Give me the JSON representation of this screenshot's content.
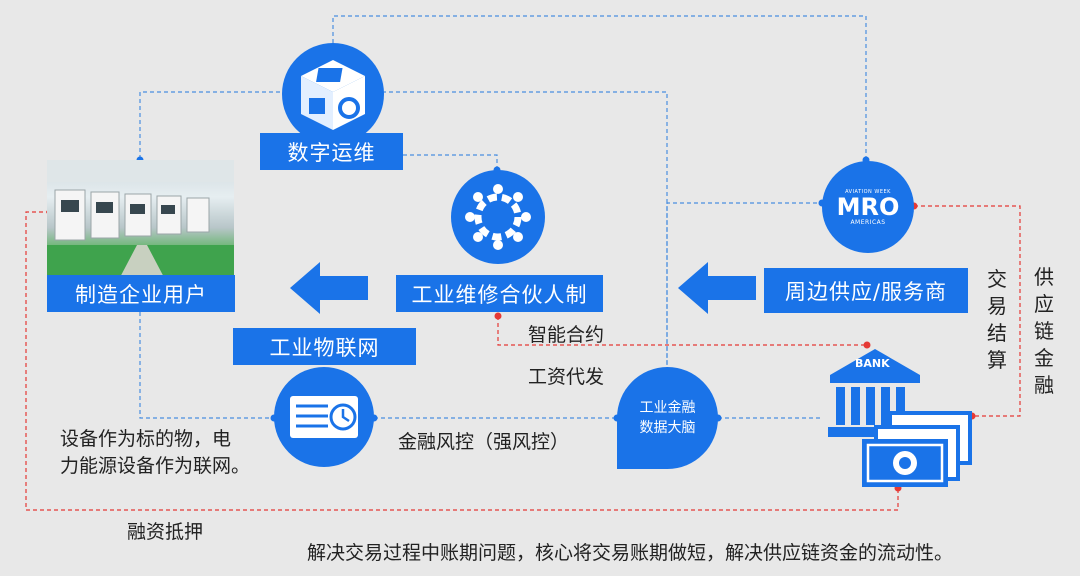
{
  "nodes": {
    "digital_ops": "数字运维",
    "manufacturing_user": "制造企业用户",
    "maintenance_partner": "工业维修合伙人制",
    "iiot": "工业物联网",
    "suppliers": "周边供应/服务商",
    "brain_line1": "工业金融",
    "brain_line2": "数据大脑",
    "mro_logo": "MRO",
    "mro_top": "AVIATION WEEK",
    "mro_bottom": "AMERICAS",
    "bank_label": "BANK"
  },
  "labels": {
    "smart_contract": "智能合约",
    "wage_payment": "工资代发",
    "equipment_line1": "设备作为标的物，电",
    "equipment_line2": "力能源设备作为联网。",
    "risk_control": "金融风控（强风控）",
    "financing_mortgage": "融资抵押",
    "trade_settlement": "交易结算",
    "supply_chain_finance": "供应链金融",
    "footer": "解决交易过程中账期问题，核心将交易账期做短，解决供应链资金的流动性。"
  },
  "colors": {
    "primary_blue": "#1a73e8",
    "dashed_blue": "#4a8fe0",
    "dashed_red": "#e53935",
    "background": "#e8e8e8"
  }
}
